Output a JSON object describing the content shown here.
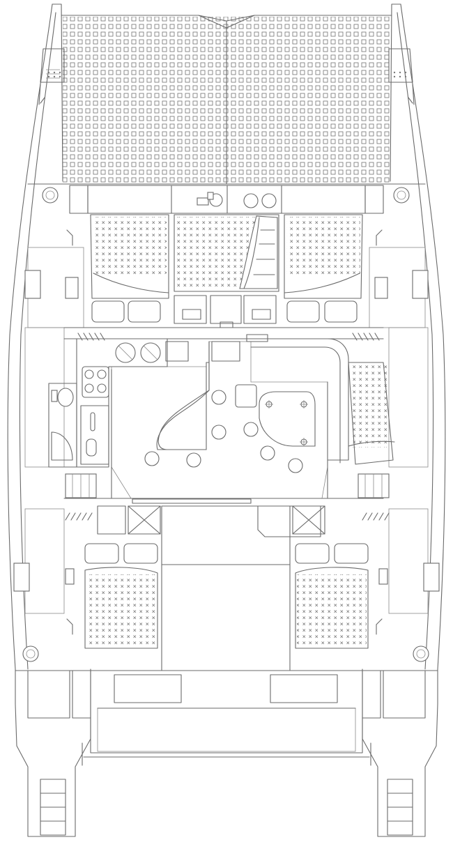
{
  "drawing": {
    "kind": "catamaran deck plan",
    "line_color": "#6a6a6a",
    "background": "#ffffff"
  },
  "icons": {
    "trampoline": "mesh-grid",
    "deck": "teak-stripes",
    "cushion": "cross-hatch-pattern",
    "winch": "winch-drum",
    "hatch": "cross-hatch-box"
  }
}
